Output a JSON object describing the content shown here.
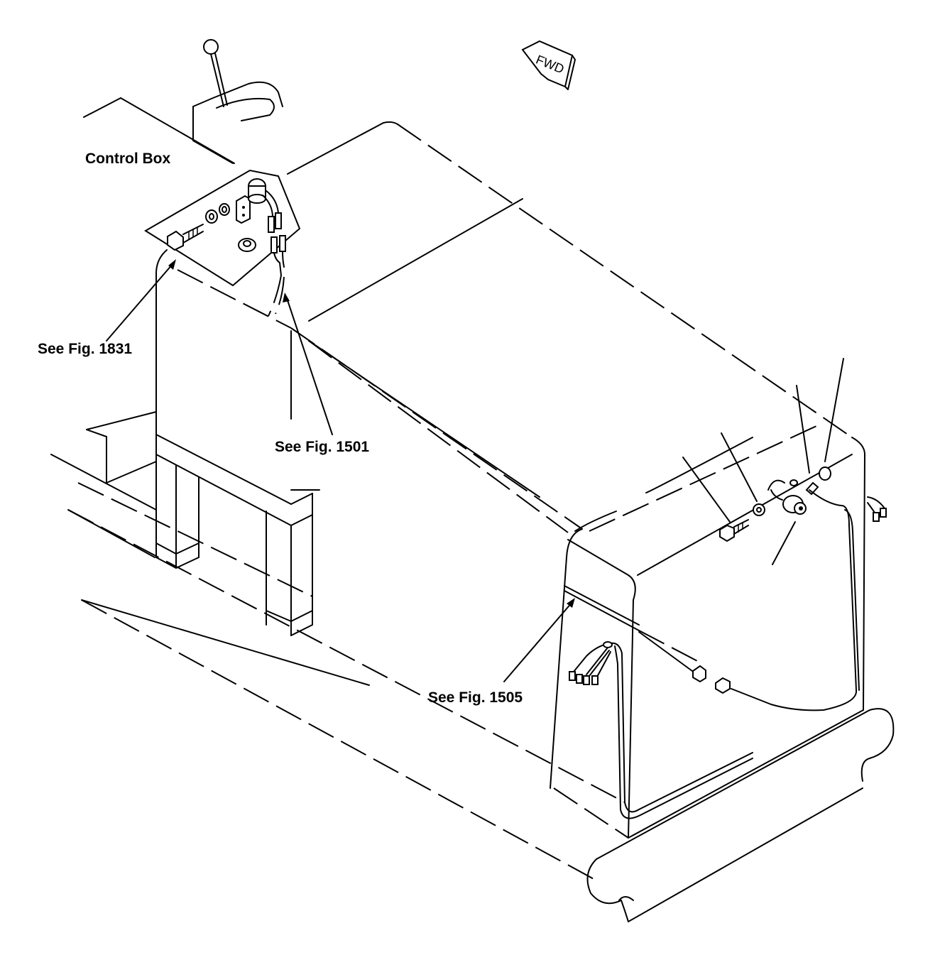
{
  "labels": {
    "control_box": "Control Box",
    "see_fig_1831": "See Fig. 1831",
    "see_fig_1501": "See Fig. 1501",
    "see_fig_1505": "See Fig. 1505",
    "fwd": "FWD"
  },
  "colors": {
    "ink": "#000000",
    "paper": "#ffffff"
  }
}
